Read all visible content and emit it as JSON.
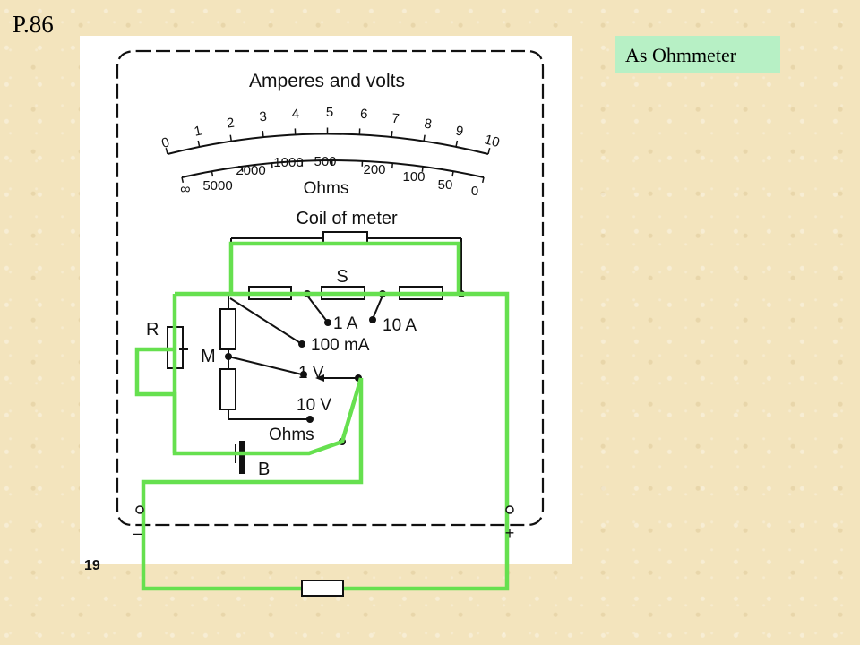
{
  "slide": {
    "page_number": "P.86",
    "mode_label": "As Ohmmeter"
  },
  "diagram": {
    "scale_title": "Amperes and volts",
    "ampere_volt_scale": [
      "0",
      "1",
      "2",
      "3",
      "4",
      "5",
      "6",
      "7",
      "8",
      "9",
      "10"
    ],
    "ohm_scale": [
      "∞",
      "5000",
      "2000",
      "1000",
      "500",
      "200",
      "100",
      "50",
      "0"
    ],
    "ohms_scale_label": "Ohms",
    "coil_label": "Coil of meter",
    "shunt_label": "S",
    "switch_1a": "1 A",
    "switch_10a": "10 A",
    "switch_100ma": "100 mA",
    "switch_1v": "1 V",
    "switch_10v": "10 V",
    "switch_ohms": "Ohms",
    "resistor_r_label": "R",
    "multiplier_m_label": "M",
    "battery_label": "B",
    "terminal_neg": "–",
    "terminal_pos": "+",
    "figure_number": "19",
    "colors": {
      "highlight_path": "#66e04f",
      "ink": "#111111",
      "slide_bg": "#f3e4bd",
      "mode_label_bg": "#b7f0c5"
    }
  }
}
